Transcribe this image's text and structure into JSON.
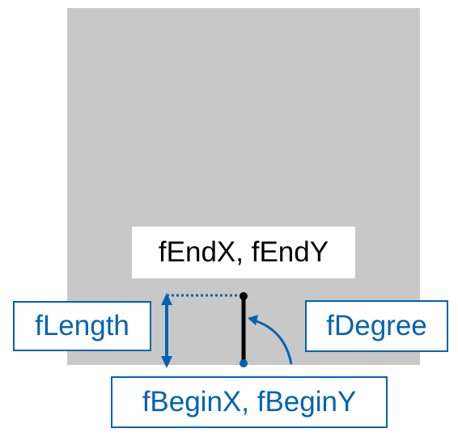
{
  "labels": {
    "end": "fEndX, fEndY",
    "length": "fLength",
    "degree": "fDegree",
    "begin": "fBeginX, fBeginY"
  },
  "colors": {
    "canvas": "#c8c8c8",
    "accent": "#0063b1",
    "line": "#000000",
    "label_background": "#ffffff"
  }
}
